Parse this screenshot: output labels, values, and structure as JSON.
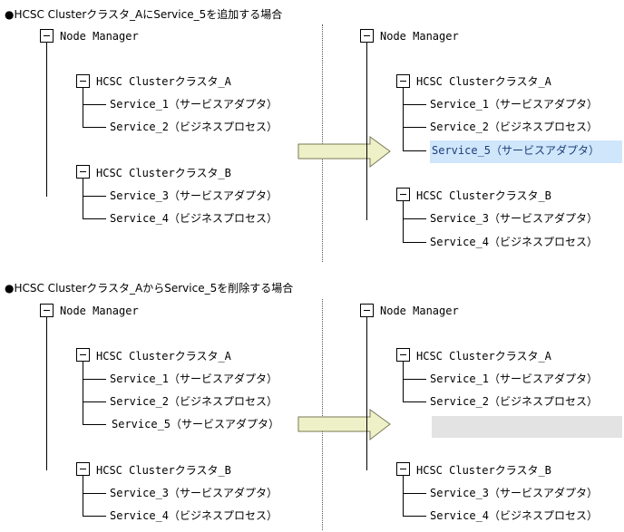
{
  "section1": {
    "title": "●HCSC Clusterクラスタ_AにService_5を追加する場合",
    "before": {
      "root": "Node Manager",
      "cluster_a": "HCSC Clusterクラスタ_A",
      "a_services": [
        "Service_1（サービスアダプタ）",
        "Service_2（ビジネスプロセス）"
      ],
      "cluster_b": "HCSC Clusterクラスタ_B",
      "b_services": [
        "Service_3（サービスアダプタ）",
        "Service_4（ビジネスプロセス）"
      ]
    },
    "after": {
      "root": "Node Manager",
      "cluster_a": "HCSC Clusterクラスタ_A",
      "a_services": [
        "Service_1（サービスアダプタ）",
        "Service_2（ビジネスプロセス）",
        "Service_5（サービスアダプタ）"
      ],
      "cluster_b": "HCSC Clusterクラスタ_B",
      "b_services": [
        "Service_3（サービスアダプタ）",
        "Service_4（ビジネスプロセス）"
      ]
    }
  },
  "section2": {
    "title": "●HCSC Clusterクラスタ_AからService_5を削除する場合",
    "before": {
      "root": "Node Manager",
      "cluster_a": "HCSC Clusterクラスタ_A",
      "a_services": [
        "Service_1（サービスアダプタ）",
        "Service_2（ビジネスプロセス）",
        "Service_5（サービスアダプタ）"
      ],
      "cluster_b": "HCSC Clusterクラスタ_B",
      "b_services": [
        "Service_3（サービスアダプタ）",
        "Service_4（ビジネスプロセス）"
      ]
    },
    "after": {
      "root": "Node Manager",
      "cluster_a": "HCSC Clusterクラスタ_A",
      "a_services": [
        "Service_1（サービスアダプタ）",
        "Service_2（ビジネスプロセス）"
      ],
      "cluster_b": "HCSC Clusterクラスタ_B",
      "b_services": [
        "Service_3（サービスアダプタ）",
        "Service_4（ビジネスプロセス）"
      ]
    }
  },
  "colors": {
    "added_highlight": "#cfe6fb",
    "removed_highlight": "#e3e3e3",
    "arrow_fill": "#eef0c8",
    "arrow_stroke": "#7a7a55"
  },
  "icons": {
    "tree_node": "collapse-box-icon",
    "transition": "right-arrow-icon"
  }
}
